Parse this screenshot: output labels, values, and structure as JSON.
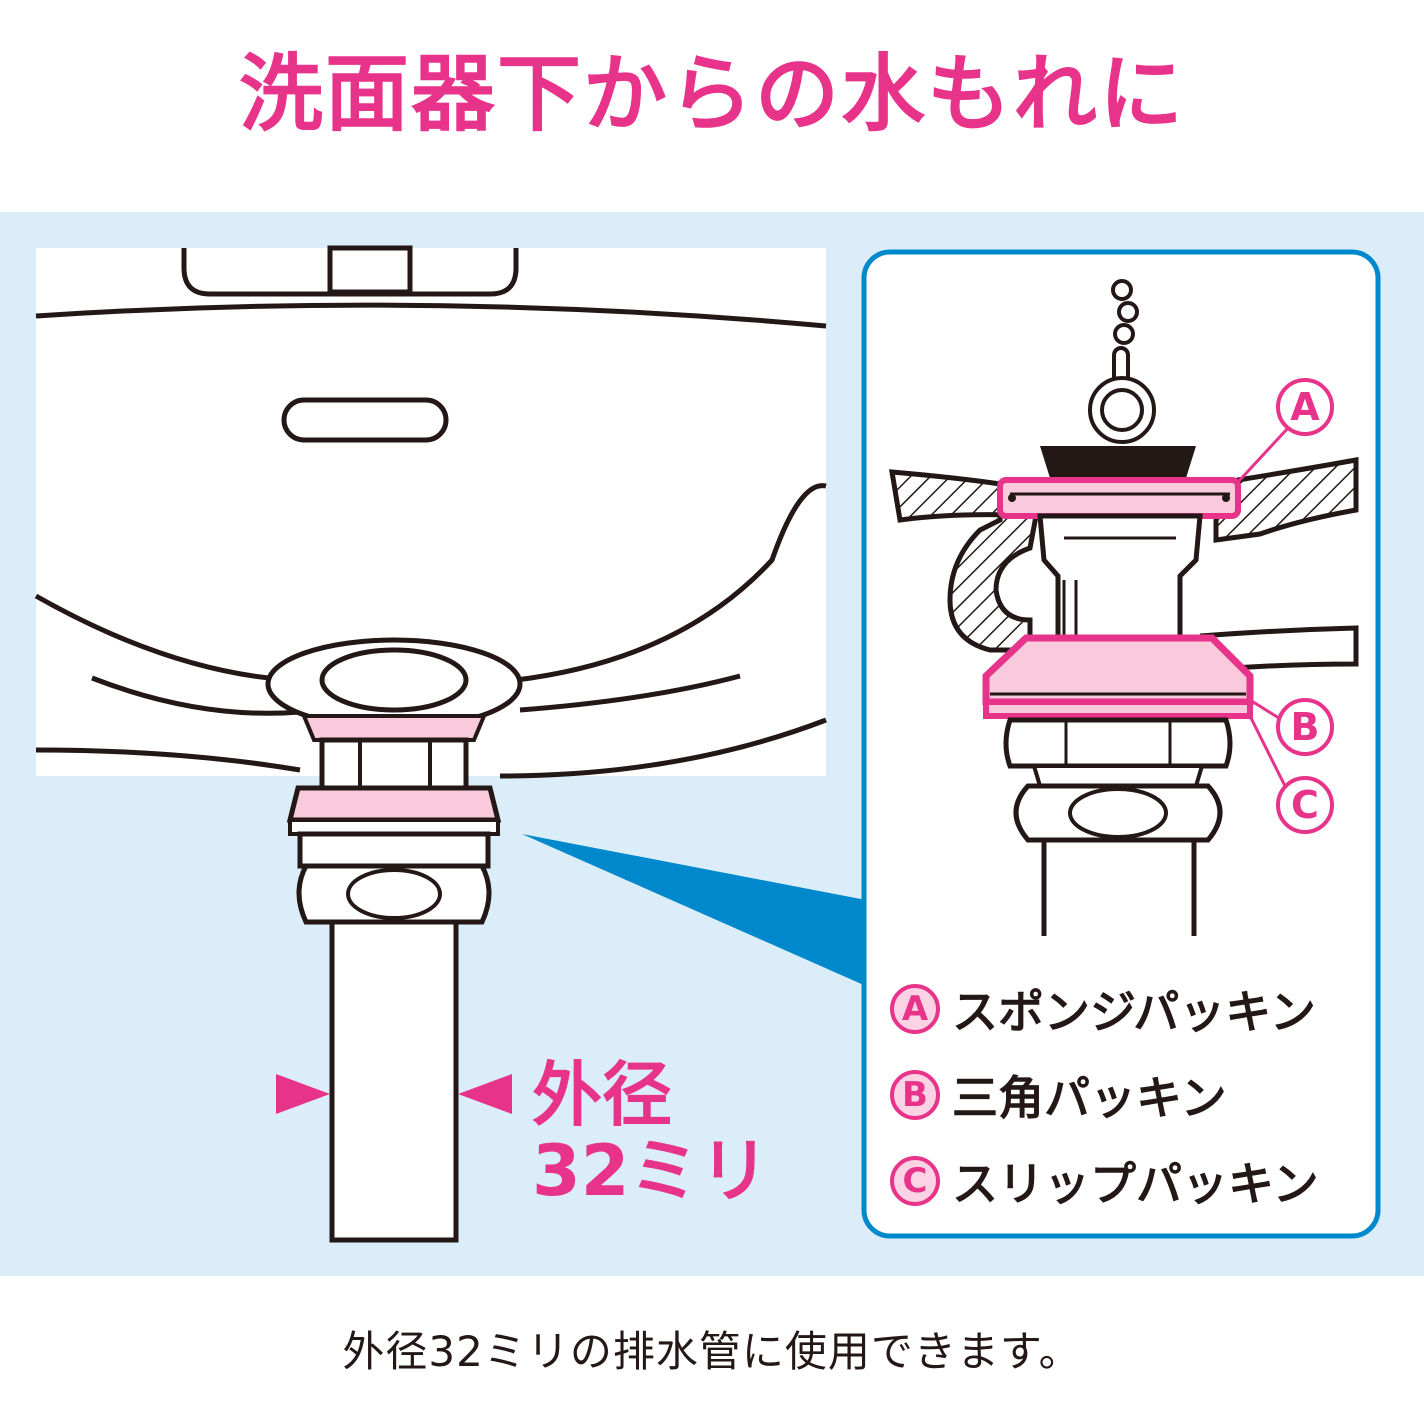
{
  "title": "洗面器下からの水もれに",
  "size_label": {
    "line1": "外径",
    "line2": "32ミリ"
  },
  "legend": [
    {
      "mark": "A",
      "text": "スポンジパッキン"
    },
    {
      "mark": "B",
      "text": "三角パッキン"
    },
    {
      "mark": "C",
      "text": "スリップパッキン"
    }
  ],
  "tags": [
    "A",
    "B",
    "C"
  ],
  "footer": "外径32ミリの排水管に使用できます。",
  "colors": {
    "accent": "#e8338a",
    "panel": "#daedf8",
    "pink_fill": "#f9c9dc",
    "pointer": "#0088cc",
    "line": "#231815"
  }
}
